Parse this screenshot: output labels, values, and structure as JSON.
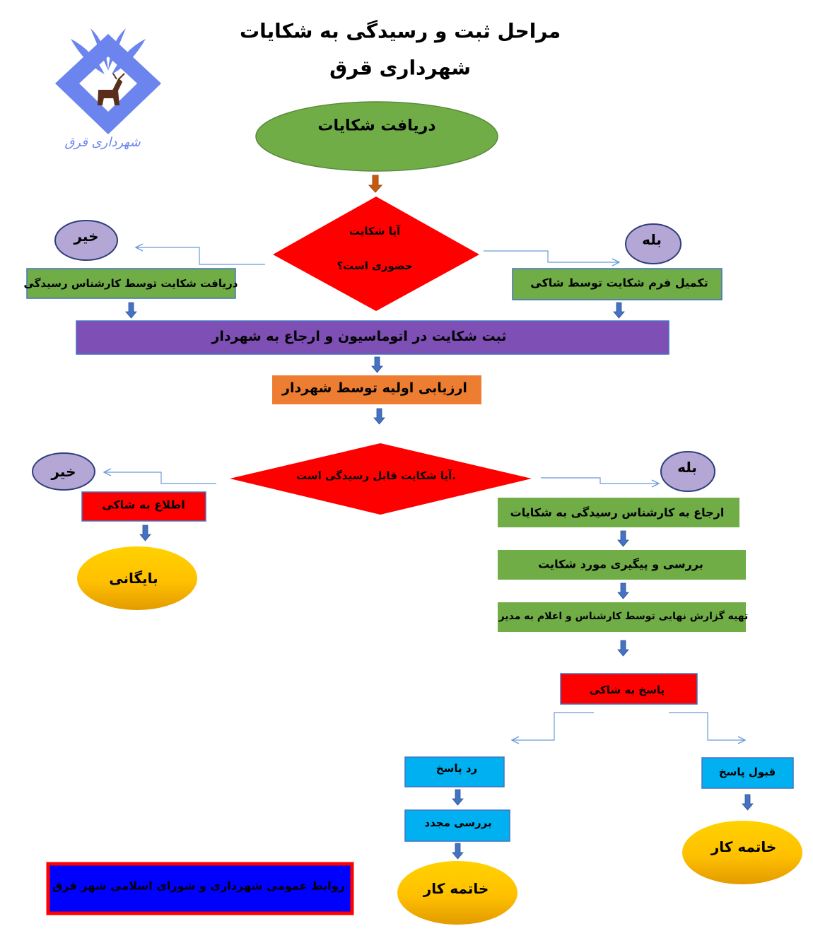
{
  "title": {
    "line1": "مراحل ثبت و رسیدگی به شکایات",
    "line2": "شهرداری قرق"
  },
  "logo": {
    "caption": "شهرداری قرق",
    "icon": "stag-emblem",
    "color": "#6b84ee"
  },
  "colors": {
    "green": "#70ad47",
    "red": "#ff0000",
    "purple": "#7030a0",
    "lavender": "#b4a7d6",
    "orange": "#ed7d31",
    "cyan": "#00b0f0",
    "yellow": "#ffc000",
    "blue": "#0000ff",
    "arrow": "#4472c4",
    "brown_arrow": "#c55a11"
  },
  "nodes": {
    "receive": "دریافت شکایات",
    "decision1_line1": "آیا شکایت",
    "decision1_line2": "حضوری است؟",
    "no1": "خیر",
    "yes1": "بله",
    "staff_receive": "دریافت شکایت توسط کارشناس رسیدگی",
    "fill_form": "تکمیل فرم شکایت توسط شاکی",
    "register": "ثبت شکایت در اتوماسیون و ارجاع به شهردار",
    "evaluate": "ارزیابی اولیه توسط شهردار",
    "decision2": "آیا شکایت قابل رسیدگی است.",
    "no2": "خیر",
    "yes2": "بله",
    "notify": "اطلاع به شاکی",
    "archive": "بایگانی",
    "refer": "ارجاع به کارشناس رسیدگی به شکایات",
    "review": "بررسی و پیگیری مورد شکایت",
    "report": "تهیه گزارش نهایی توسط کارشناس و اعلام به مدیر",
    "respond": "پاسخ به شاکی",
    "reject": "رد پاسخ",
    "recheck": "بررسی مجدد",
    "end_left": "خاتمه کار",
    "accept": "قبول پاسخ",
    "end_right": "خاتمه کار",
    "footer": "روابط عمومی شهرداری و شورای اسلامی شهر قرق"
  }
}
